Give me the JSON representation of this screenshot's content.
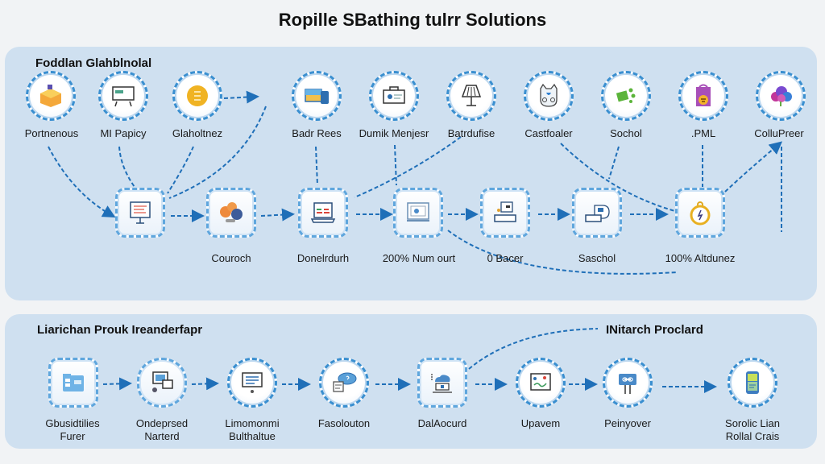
{
  "title": "Ropille SBathing tulrr Solutions",
  "top_panel": {
    "title": "Foddlan Glahblnolal",
    "icons_row": [
      {
        "label": "Portnenous",
        "icon": "cube-box-icon"
      },
      {
        "label": "MI Papicy",
        "icon": "monitor-chart-icon"
      },
      {
        "label": "Glaholtnez",
        "icon": "gold-coin-icon"
      },
      {
        "label": "Badr Rees",
        "icon": "photo-cards-icon"
      },
      {
        "label": "Dumik Menjesr",
        "icon": "briefcase-screen-icon"
      },
      {
        "label": "Batrdufise",
        "icon": "lamp-icon"
      },
      {
        "label": "Castfoaler",
        "icon": "cat-robot-icon"
      },
      {
        "label": "Sochol",
        "icon": "green-puzzle-icon"
      },
      {
        "label": ".PML",
        "icon": "purple-bag-icon"
      },
      {
        "label": "ColluPreer",
        "icon": "colorful-cloud-icon"
      }
    ],
    "process_row": [
      {
        "label": "",
        "icon": "presentation-board-icon"
      },
      {
        "label": "Couroch",
        "icon": "colored-spheres-icon"
      },
      {
        "label": "Donelrdurh",
        "icon": "laptop-chart-icon"
      },
      {
        "label": "200% Num ourt",
        "icon": "dashboard-screen-icon"
      },
      {
        "label": "0 Bacer",
        "icon": "printer-documents-icon"
      },
      {
        "label": "Saschol",
        "icon": "laptop-cloud-icon"
      },
      {
        "label": "100% Altdunez",
        "icon": "stopwatch-icon"
      }
    ]
  },
  "bottom_panel": {
    "title": "Liarichan Prouk Ireanderfapr",
    "callout": "INitarch Proclard",
    "steps": [
      {
        "label_line1": "Gbusidtilies",
        "label_line2": "Furer",
        "shape": "square",
        "icon": "folder-files-icon"
      },
      {
        "label_line1": "Ondeprsed",
        "label_line2": "Narterd",
        "shape": "square",
        "icon": "devices-icon"
      },
      {
        "label_line1": "Limomonmi",
        "label_line2": "Bulthaltue",
        "shape": "circle",
        "icon": "document-list-icon"
      },
      {
        "label_line1": "Fasolouton",
        "label_line2": "",
        "shape": "circle",
        "icon": "chat-bubble-icon"
      },
      {
        "label_line1": "DalAocurd",
        "label_line2": "",
        "shape": "square",
        "icon": "cloud-server-icon"
      },
      {
        "label_line1": "Upavem",
        "label_line2": "",
        "shape": "circle",
        "icon": "whiteboard-icon"
      },
      {
        "label_line1": "Peinyover",
        "label_line2": "",
        "shape": "circle",
        "icon": "signpost-icon"
      },
      {
        "label_line1": "Sorolic Lian",
        "label_line2": "Rollal Crais",
        "shape": "circle",
        "icon": "smartphone-icon"
      }
    ]
  },
  "colors": {
    "panel": "#cfe0f0",
    "background": "#f1f3f5",
    "connector": "#1f6fb8",
    "node_border": "#3a8fd0"
  }
}
